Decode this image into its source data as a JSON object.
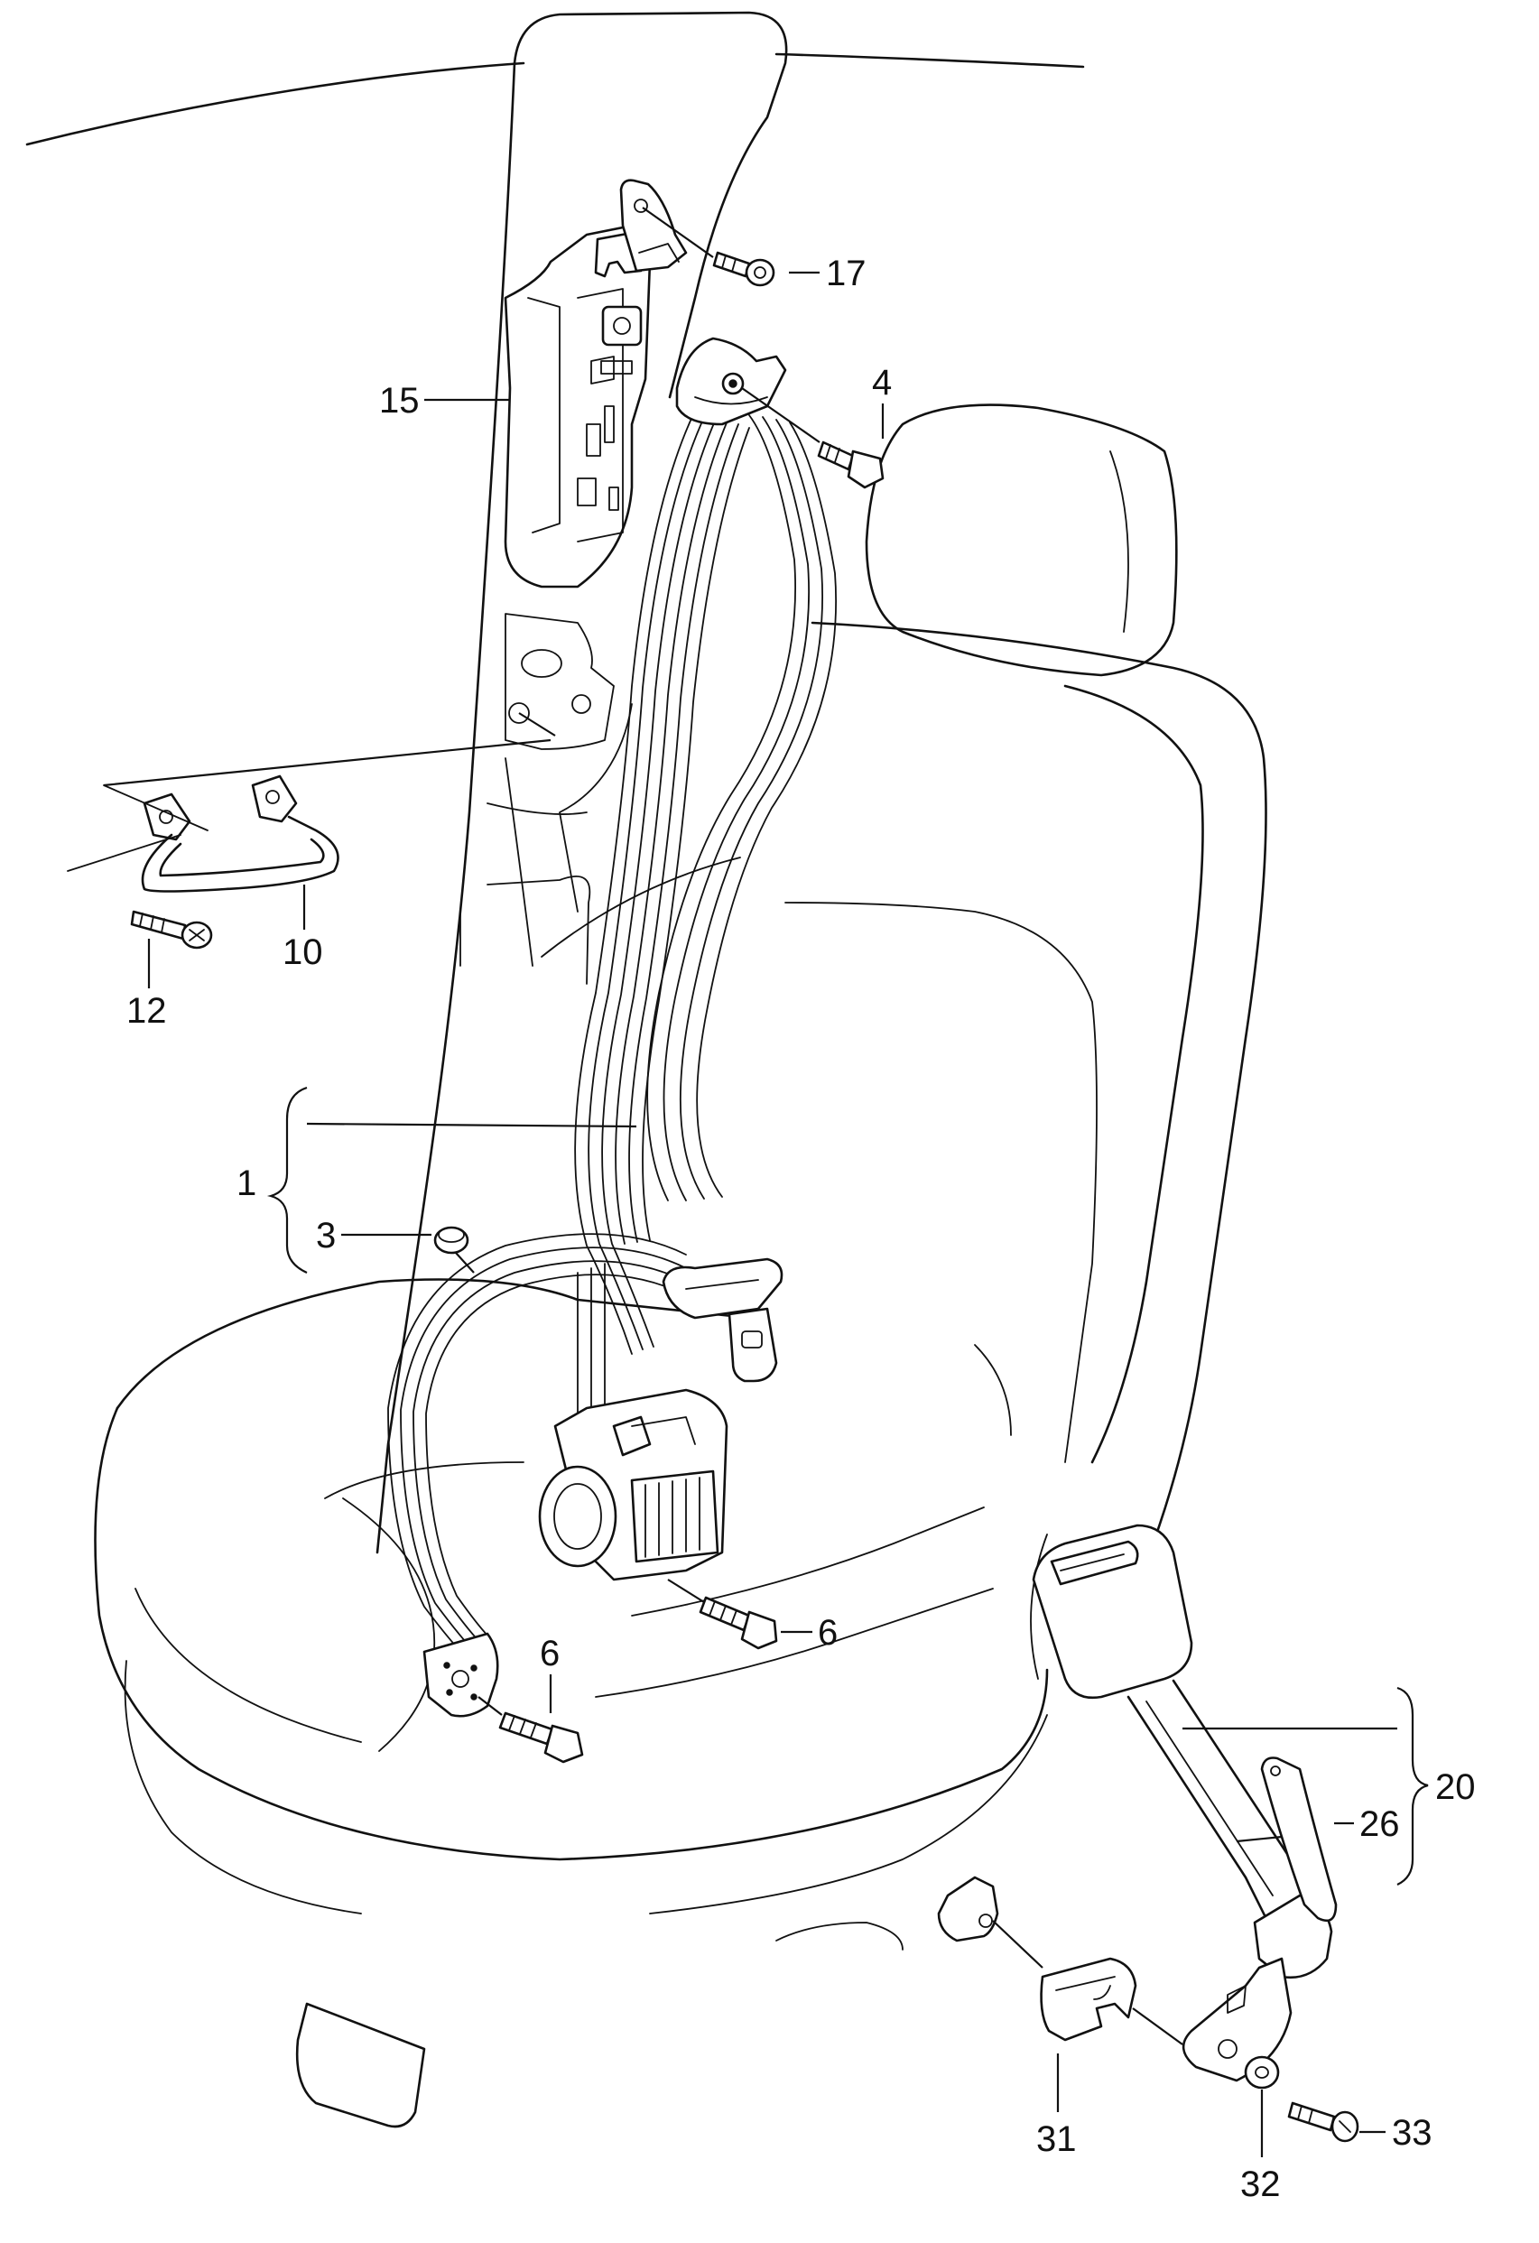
{
  "callouts": [
    {
      "id": "1",
      "text": "1"
    },
    {
      "id": "3",
      "text": "3"
    },
    {
      "id": "4",
      "text": "4"
    },
    {
      "id": "6a",
      "text": "6"
    },
    {
      "id": "6b",
      "text": "6"
    },
    {
      "id": "10",
      "text": "10"
    },
    {
      "id": "12",
      "text": "12"
    },
    {
      "id": "15",
      "text": "15"
    },
    {
      "id": "17",
      "text": "17"
    },
    {
      "id": "20",
      "text": "20"
    },
    {
      "id": "26",
      "text": "26"
    },
    {
      "id": "31",
      "text": "31"
    },
    {
      "id": "32",
      "text": "32"
    },
    {
      "id": "33",
      "text": "33"
    }
  ]
}
